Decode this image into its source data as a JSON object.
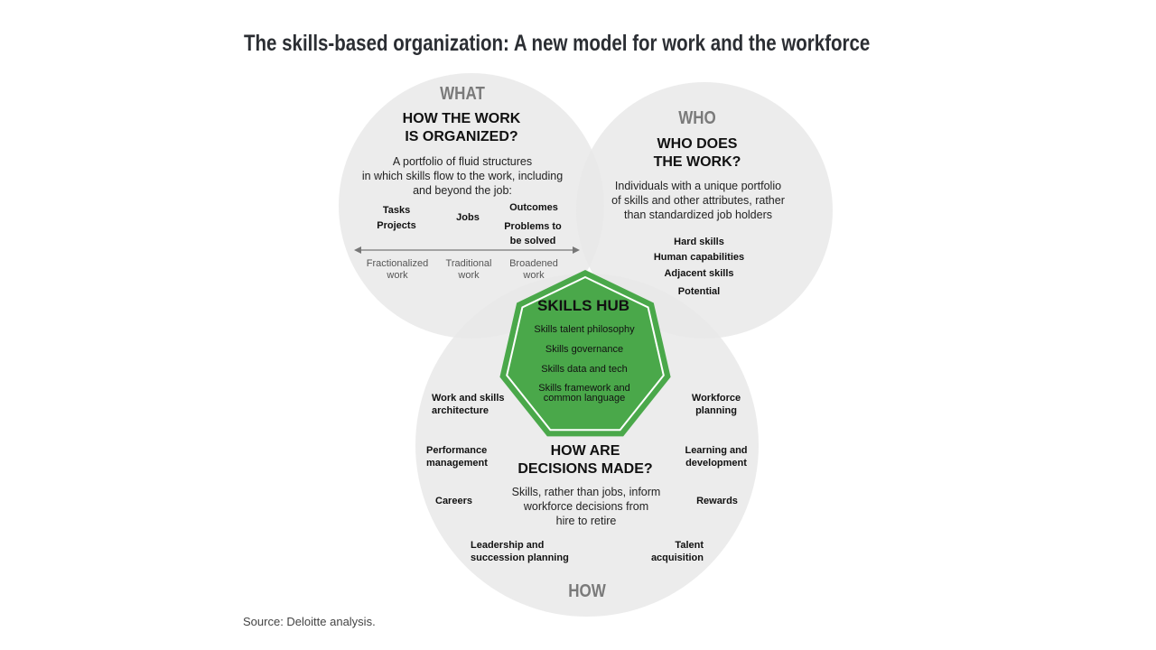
{
  "title": "The skills-based organization: A new model for work and the workforce",
  "what": {
    "label": "WHAT",
    "question_line1": "HOW THE WORK",
    "question_line2": "IS ORGANIZED?",
    "desc_line1": "A portfolio of fluid structures",
    "desc_line2": "in which skills flow to the work, including",
    "desc_line3": "and beyond the job:",
    "items": [
      "Tasks",
      "Projects",
      "Jobs",
      "Outcomes",
      "Problems to",
      "be solved"
    ],
    "axis": [
      {
        "l1": "Fractionalized",
        "l2": "work"
      },
      {
        "l1": "Traditional",
        "l2": "work"
      },
      {
        "l1": "Broadened",
        "l2": "work"
      }
    ]
  },
  "who": {
    "label": "WHO",
    "question_line1": "WHO DOES",
    "question_line2": "THE WORK?",
    "desc_line1": "Individuals with a unique portfolio",
    "desc_line2": "of skills and other attributes, rather",
    "desc_line3": "than standardized job holders",
    "items": [
      "Hard skills",
      "Human capabilities",
      "Adjacent skills",
      "Potential"
    ]
  },
  "hub": {
    "title": "SKILLS HUB",
    "items": [
      "Skills talent philosophy",
      "Skills governance",
      "Skills data and tech",
      "Skills framework and",
      "common language"
    ]
  },
  "how": {
    "label": "HOW",
    "question_line1": "HOW ARE",
    "question_line2": "DECISIONS MADE?",
    "desc_line1": "Skills, rather than jobs, inform",
    "desc_line2": "workforce decisions from",
    "desc_line3": "hire to retire",
    "items": [
      {
        "l1": "Work and skills",
        "l2": "architecture"
      },
      {
        "l1": "Performance",
        "l2": "management"
      },
      {
        "l1": "Careers",
        "l2": ""
      },
      {
        "l1": "Leadership and",
        "l2": "succession planning"
      },
      {
        "l1": "Workforce",
        "l2": "planning"
      },
      {
        "l1": "Learning and",
        "l2": "development"
      },
      {
        "l1": "Rewards",
        "l2": ""
      },
      {
        "l1": "Talent",
        "l2": "acquisition"
      }
    ]
  },
  "source": "Source: Deloitte analysis.",
  "colors": {
    "circle": "#ececec",
    "hub_green": "#4aa84a",
    "hub_border": "#3f9a3f"
  }
}
